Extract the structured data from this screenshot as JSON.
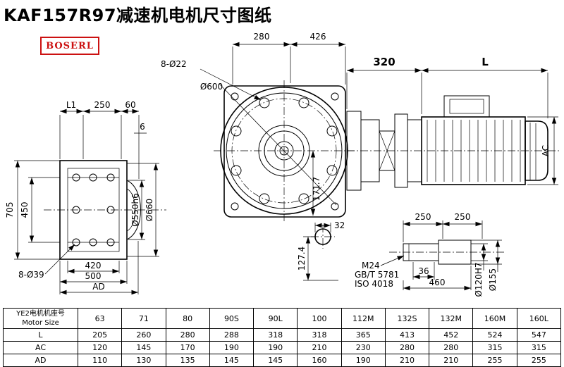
{
  "colors": {
    "accent": "#cc1111",
    "ink": "#000000"
  },
  "title": "KAF157R97减速机电机尺寸图纸",
  "logo": {
    "text": "BOSERL"
  },
  "drawing": {
    "d280": "280",
    "d426": "426",
    "bolt8_22": "8-Ø22",
    "d600": "Ø600",
    "d320": "320",
    "dL": "L",
    "dAC": "AC",
    "dL1": "L1",
    "d250": "250",
    "d60": "60",
    "d6": "6",
    "d705": "705",
    "d450": "450",
    "d420": "420",
    "d500": "500",
    "dAD": "AD",
    "bolt8_39": "8-Ø39",
    "d550": "Ø550h6",
    "d660": "Ø660",
    "d171": "171.7",
    "d32": "32",
    "d127": "127.4",
    "s250a": "250",
    "s250b": "250",
    "m24": "M24",
    "gbt": "GB/T 5781",
    "iso": "ISO 4018",
    "d36": "36",
    "d460": "460",
    "d120": "Ø120H7",
    "d155": "Ø155"
  },
  "table": {
    "header_cn": "YE2电机机座号",
    "header_en": "Motor Size",
    "columns": [
      "63",
      "71",
      "80",
      "90S",
      "90L",
      "100",
      "112M",
      "132S",
      "132M",
      "160M",
      "160L"
    ],
    "rows": [
      {
        "label": "L",
        "values": [
          "205",
          "260",
          "280",
          "288",
          "318",
          "318",
          "365",
          "413",
          "452",
          "524",
          "547"
        ]
      },
      {
        "label": "AC",
        "values": [
          "120",
          "145",
          "170",
          "190",
          "190",
          "210",
          "230",
          "280",
          "280",
          "315",
          "315"
        ]
      },
      {
        "label": "AD",
        "values": [
          "110",
          "130",
          "135",
          "145",
          "145",
          "160",
          "190",
          "210",
          "210",
          "255",
          "255"
        ]
      }
    ]
  }
}
